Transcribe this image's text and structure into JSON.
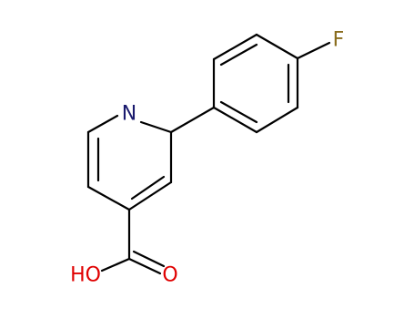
{
  "molecule": {
    "atoms": {
      "nitrogen": {
        "symbol": "N",
        "color": "#1a1a6e"
      },
      "fluorine": {
        "symbol": "F",
        "color": "#8a6d1e"
      },
      "hydroxyl": {
        "symbol": "HO",
        "color": "#e00000"
      },
      "carbonyl_oxygen": {
        "symbol": "O",
        "color": "#e00000"
      }
    },
    "bond_color": "#000000"
  }
}
